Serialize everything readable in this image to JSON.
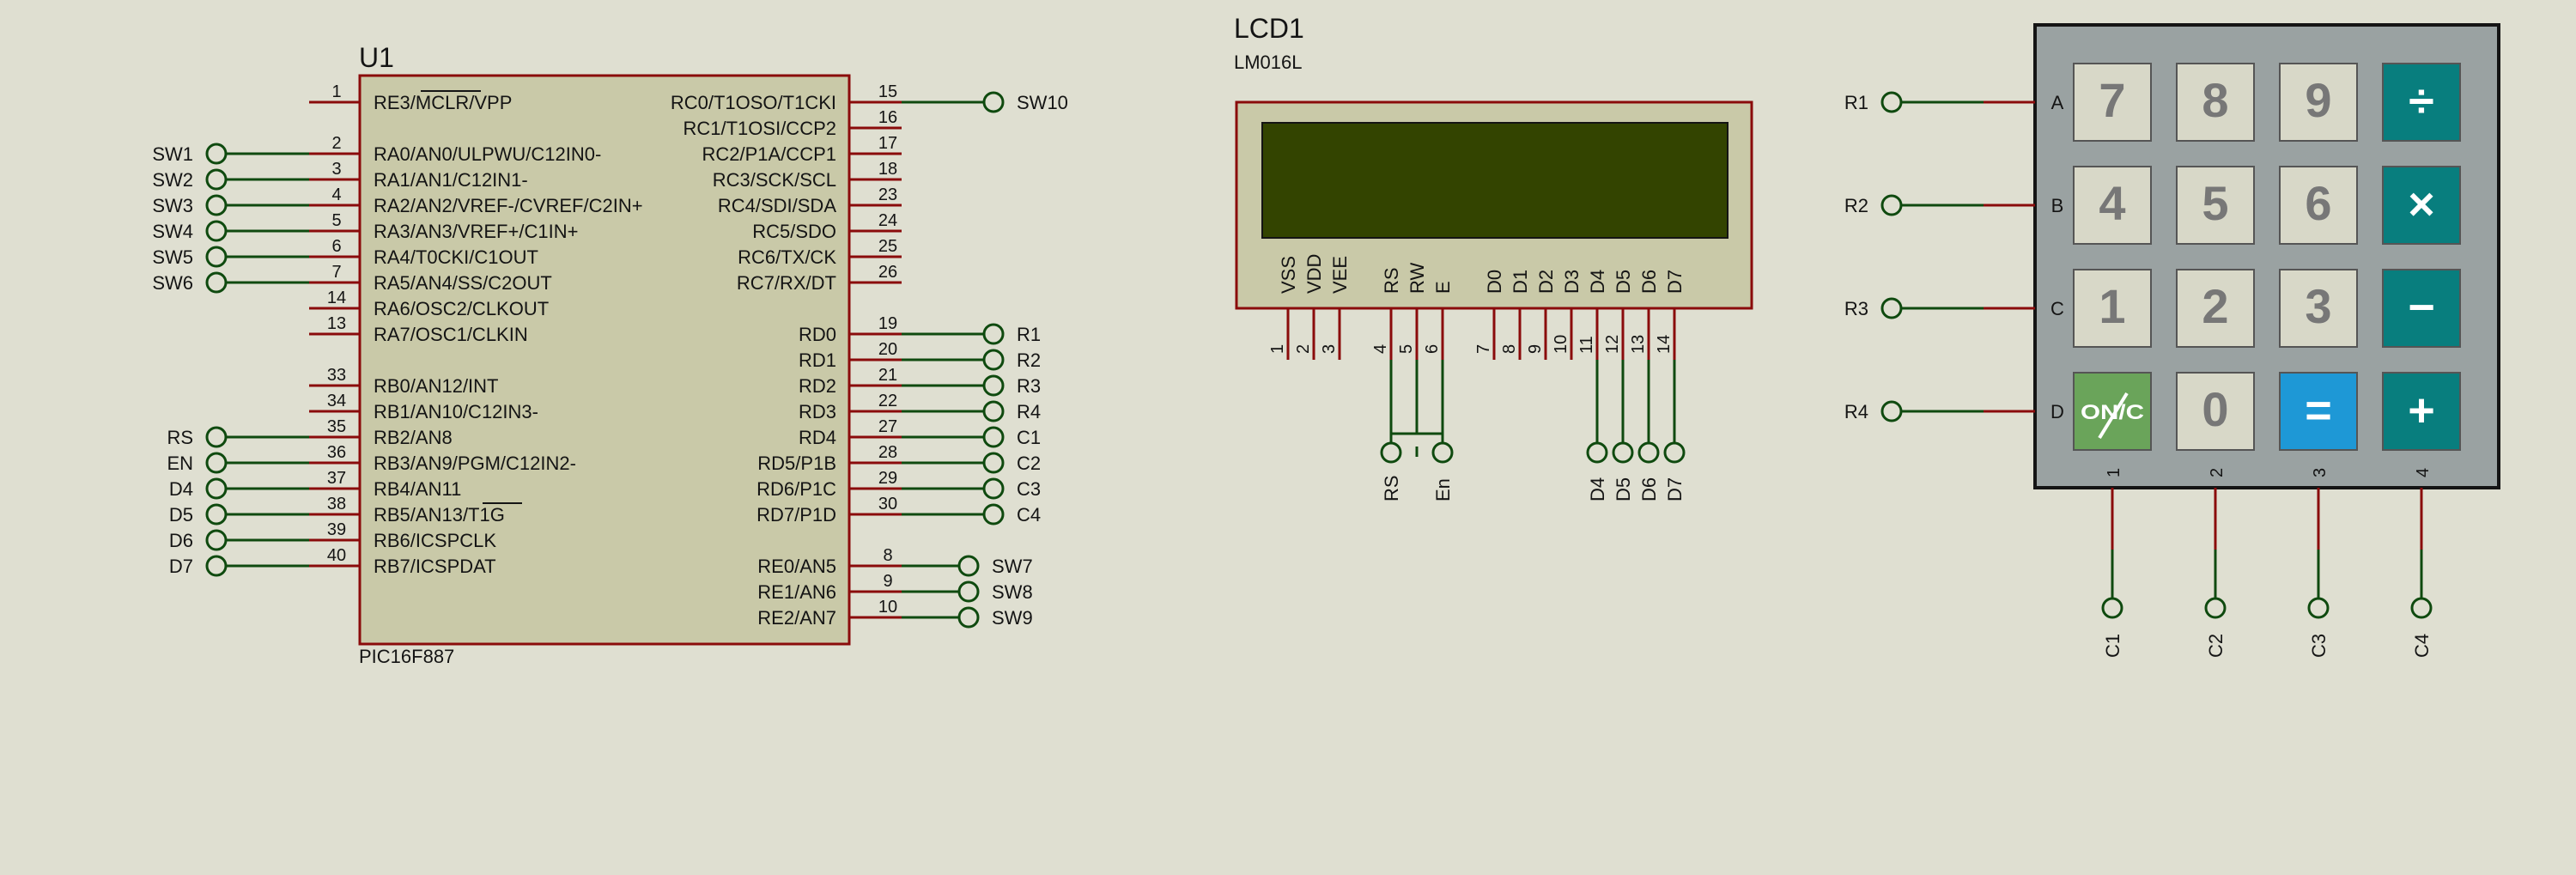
{
  "colors": {
    "background": "#dfdfd1",
    "chip_fill": "#c9c9a8",
    "chip_border": "#8a0b0b",
    "pin_red": "#8a0b0b",
    "net_green": "#0f4a0f",
    "lcd_screen": "#334400",
    "keypad_body": "#9aa2a2",
    "key_grey": "#d8d8c8",
    "key_teal": "#087e7e",
    "key_green": "#6aa45a",
    "key_blue": "#1e98d6"
  },
  "mcu": {
    "ref": "U1",
    "part": "PIC16F887",
    "left_pins": [
      {
        "num": "1",
        "name": "RE3/MCLR/VPP",
        "net": ""
      },
      {
        "num": "2",
        "name": "RA0/AN0/ULPWU/C12IN0-",
        "net": "SW1"
      },
      {
        "num": "3",
        "name": "RA1/AN1/C12IN1-",
        "net": "SW2"
      },
      {
        "num": "4",
        "name": "RA2/AN2/VREF-/CVREF/C2IN+",
        "net": "SW3"
      },
      {
        "num": "5",
        "name": "RA3/AN3/VREF+/C1IN+",
        "net": "SW4"
      },
      {
        "num": "6",
        "name": "RA4/T0CKI/C1OUT",
        "net": "SW5"
      },
      {
        "num": "7",
        "name": "RA5/AN4/SS/C2OUT",
        "net": "SW6"
      },
      {
        "num": "14",
        "name": "RA6/OSC2/CLKOUT",
        "net": ""
      },
      {
        "num": "13",
        "name": "RA7/OSC1/CLKIN",
        "net": ""
      },
      {
        "num": "33",
        "name": "RB0/AN12/INT",
        "net": ""
      },
      {
        "num": "34",
        "name": "RB1/AN10/C12IN3-",
        "net": ""
      },
      {
        "num": "35",
        "name": "RB2/AN8",
        "net": "RS"
      },
      {
        "num": "36",
        "name": "RB3/AN9/PGM/C12IN2-",
        "net": "EN"
      },
      {
        "num": "37",
        "name": "RB4/AN11",
        "net": "D4"
      },
      {
        "num": "38",
        "name": "RB5/AN13/T1G",
        "net": "D5"
      },
      {
        "num": "39",
        "name": "RB6/ICSPCLK",
        "net": "D6"
      },
      {
        "num": "40",
        "name": "RB7/ICSPDAT",
        "net": "D7"
      }
    ],
    "right_pins": [
      {
        "num": "15",
        "name": "RC0/T1OSO/T1CKI",
        "net": "SW10"
      },
      {
        "num": "16",
        "name": "RC1/T1OSI/CCP2",
        "net": ""
      },
      {
        "num": "17",
        "name": "RC2/P1A/CCP1",
        "net": ""
      },
      {
        "num": "18",
        "name": "RC3/SCK/SCL",
        "net": ""
      },
      {
        "num": "23",
        "name": "RC4/SDI/SDA",
        "net": ""
      },
      {
        "num": "24",
        "name": "RC5/SDO",
        "net": ""
      },
      {
        "num": "25",
        "name": "RC6/TX/CK",
        "net": ""
      },
      {
        "num": "26",
        "name": "RC7/RX/DT",
        "net": ""
      },
      {
        "num": "19",
        "name": "RD0",
        "net": "R1"
      },
      {
        "num": "20",
        "name": "RD1",
        "net": "R2"
      },
      {
        "num": "21",
        "name": "RD2",
        "net": "R3"
      },
      {
        "num": "22",
        "name": "RD3",
        "net": "R4"
      },
      {
        "num": "27",
        "name": "RD4",
        "net": "C1"
      },
      {
        "num": "28",
        "name": "RD5/P1B",
        "net": "C2"
      },
      {
        "num": "29",
        "name": "RD6/P1C",
        "net": "C3"
      },
      {
        "num": "30",
        "name": "RD7/P1D",
        "net": "C4"
      },
      {
        "num": "8",
        "name": "RE0/AN5",
        "net": "SW7"
      },
      {
        "num": "9",
        "name": "RE1/AN6",
        "net": "SW8"
      },
      {
        "num": "10",
        "name": "RE2/AN7",
        "net": "SW9"
      }
    ]
  },
  "lcd": {
    "ref": "LCD1",
    "part": "LM016L",
    "pins": [
      {
        "num": "1",
        "name": "VSS"
      },
      {
        "num": "2",
        "name": "VDD"
      },
      {
        "num": "3",
        "name": "VEE"
      },
      {
        "num": "4",
        "name": "RS"
      },
      {
        "num": "5",
        "name": "RW"
      },
      {
        "num": "6",
        "name": "E"
      },
      {
        "num": "7",
        "name": "D0"
      },
      {
        "num": "8",
        "name": "D1"
      },
      {
        "num": "9",
        "name": "D2"
      },
      {
        "num": "10",
        "name": "D3"
      },
      {
        "num": "11",
        "name": "D4"
      },
      {
        "num": "12",
        "name": "D5"
      },
      {
        "num": "13",
        "name": "D6"
      },
      {
        "num": "14",
        "name": "D7"
      }
    ],
    "net_labels": {
      "rs": "RS",
      "en": "En",
      "d4": "D4",
      "d5": "D5",
      "d6": "D6",
      "d7": "D7"
    }
  },
  "keypad": {
    "rows": [
      {
        "letter": "A",
        "net": "R1"
      },
      {
        "letter": "B",
        "net": "R2"
      },
      {
        "letter": "C",
        "net": "R3"
      },
      {
        "letter": "D",
        "net": "R4"
      }
    ],
    "cols": [
      {
        "num": "1",
        "net": "C1"
      },
      {
        "num": "2",
        "net": "C2"
      },
      {
        "num": "3",
        "net": "C3"
      },
      {
        "num": "4",
        "net": "C4"
      }
    ],
    "keys": [
      {
        "label": "7",
        "style": "grey"
      },
      {
        "label": "8",
        "style": "grey"
      },
      {
        "label": "9",
        "style": "grey"
      },
      {
        "label": "÷",
        "style": "teal"
      },
      {
        "label": "4",
        "style": "grey"
      },
      {
        "label": "5",
        "style": "grey"
      },
      {
        "label": "6",
        "style": "grey"
      },
      {
        "label": "×",
        "style": "teal"
      },
      {
        "label": "1",
        "style": "grey"
      },
      {
        "label": "2",
        "style": "grey"
      },
      {
        "label": "3",
        "style": "grey"
      },
      {
        "label": "−",
        "style": "teal"
      },
      {
        "label": "ON/C",
        "style": "green"
      },
      {
        "label": "0",
        "style": "grey"
      },
      {
        "label": "=",
        "style": "blue"
      },
      {
        "label": "+",
        "style": "teal"
      }
    ]
  }
}
